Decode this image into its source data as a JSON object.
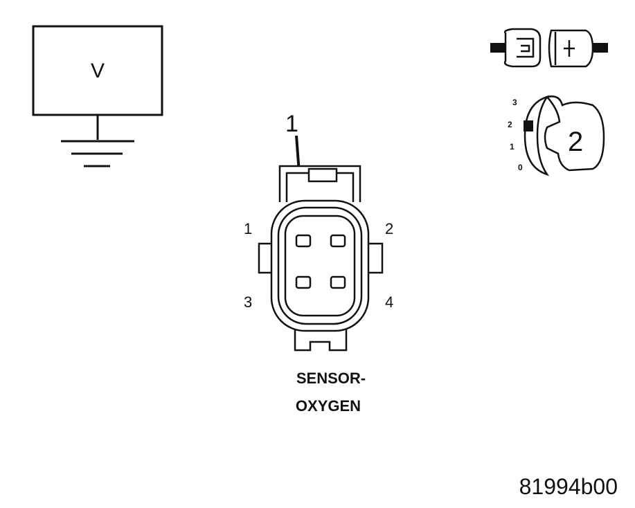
{
  "meter": {
    "symbol": "V"
  },
  "callout": {
    "label": "1"
  },
  "connector": {
    "pins": [
      {
        "label": "1"
      },
      {
        "label": "2"
      },
      {
        "label": "3"
      },
      {
        "label": "4"
      }
    ],
    "caption_line1": "SENSOR-",
    "caption_line2": "OXYGEN"
  },
  "probe_dial": {
    "ticks": [
      "3",
      "2",
      "1",
      "0"
    ],
    "value": "2"
  },
  "figure_id": "81994b00",
  "colors": {
    "ink": "#111111",
    "background": "#ffffff"
  }
}
